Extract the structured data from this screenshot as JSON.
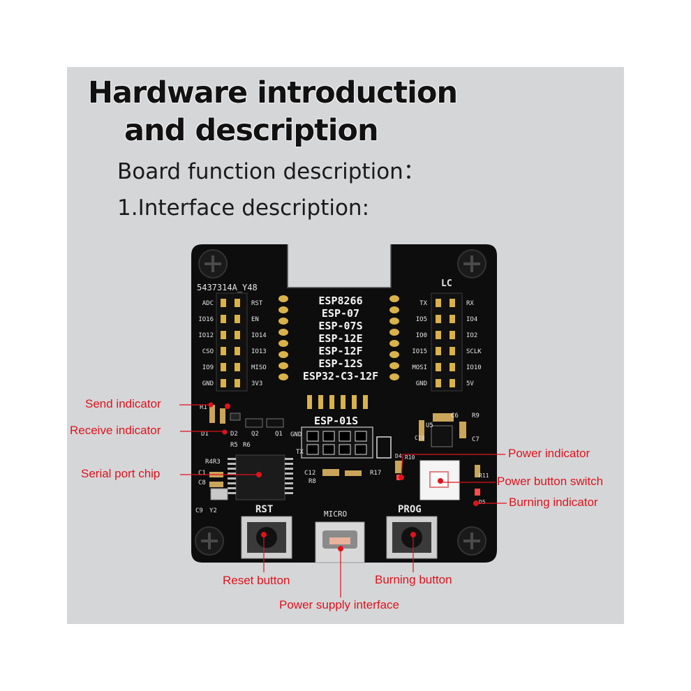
{
  "heading": {
    "line1": "Hardware introduction",
    "line2": "and description",
    "subtitle": "Board function description：",
    "section": "1.Interface description:"
  },
  "board": {
    "serial_number": "5437314A_Y48",
    "logo": "LC",
    "left_header_labels_left": [
      "ADC",
      "IO16",
      "IO12",
      "CSO",
      "IO9",
      "GND"
    ],
    "left_header_labels_right": [
      "RST",
      "EN",
      "IO14",
      "IO13",
      "MISO",
      "3V3"
    ],
    "right_header_labels_left": [
      "TX",
      "IO5",
      "IO0",
      "IO15",
      "MOSI",
      "GND"
    ],
    "right_header_labels_right": [
      "RX",
      "IO4",
      "IO2",
      "SCLK",
      "IO10",
      "5V"
    ],
    "supported_modules": [
      "ESP8266",
      "ESP-07",
      "ESP-07S",
      "ESP-12E",
      "ESP-12F",
      "ESP-12S",
      "ESP32-C3-12F"
    ],
    "esp01s_label": "ESP-01S",
    "button_rst": "RST",
    "button_prog": "PROG",
    "usb_label": "MICRO",
    "components": {
      "r1": "R1",
      "d1": "D1",
      "d2": "D2",
      "q2": "Q2",
      "q1": "Q1",
      "r5": "R5",
      "r6": "R6",
      "r4r3": "R4R3",
      "c1": "C1",
      "c8": "C8",
      "c9": "C9",
      "y2": "Y2",
      "c12": "C12",
      "r8": "R8",
      "r17": "R17",
      "d4": "D4",
      "r10": "R10",
      "c6": "C6",
      "r9": "R9",
      "u5": "U5",
      "c10": "C10",
      "c7": "C7",
      "r11": "R11",
      "d5": "D5",
      "gnd": "GND",
      "tx": "TX"
    }
  },
  "callouts": {
    "send_indicator": "Send indicator",
    "receive_indicator": "Receive indicator",
    "serial_port_chip": "Serial port chip",
    "power_indicator": "Power indicator",
    "power_button_switch": "Power button switch",
    "burning_indicator": "Burning indicator",
    "reset_button": "Reset button",
    "burning_button": "Burning button",
    "power_supply_interface": "Power supply interface"
  },
  "colors": {
    "panel_background": "#d5d6d8",
    "pcb": "#0d0d0d",
    "callout_red": "#e0121b",
    "pin_gold": "#d9b24a"
  }
}
